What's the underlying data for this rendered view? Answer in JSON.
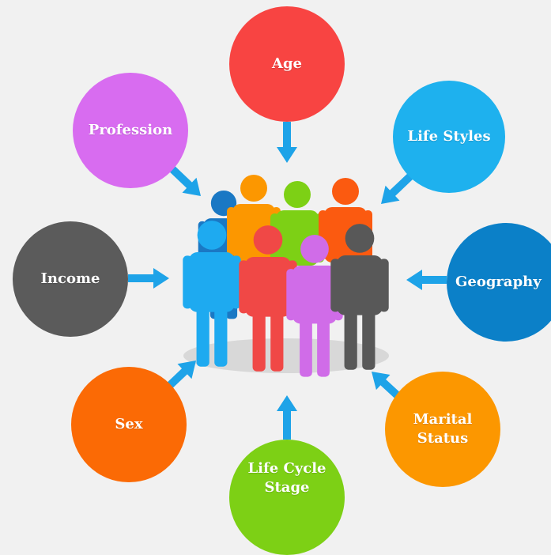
{
  "categories": {
    "age": {
      "label": "Age",
      "color": "#f84442"
    },
    "lifestyles": {
      "label": "Life Styles",
      "color": "#1eb1ee"
    },
    "geography": {
      "label": "Geography",
      "color": "#0b80c8"
    },
    "marital": {
      "label": "Marital Status",
      "line1": "Marital",
      "line2": "Status",
      "color": "#fc9700"
    },
    "lifecycle": {
      "label": "Life Cycle Stage",
      "line1": "Life Cycle",
      "line2": "Stage",
      "color": "#7dd015"
    },
    "sex": {
      "label": "Sex",
      "color": "#fb6a05"
    },
    "income": {
      "label": "Income",
      "color": "#5b5b5b"
    },
    "profession": {
      "label": "Profession",
      "color": "#d86cf0"
    }
  },
  "arrow_color": "#1ea3e8",
  "people": [
    {
      "name": "back-blue",
      "color": "#1a78c4"
    },
    {
      "name": "back-orange",
      "color": "#fc9700"
    },
    {
      "name": "back-green",
      "color": "#7dd015"
    },
    {
      "name": "back-red-orange",
      "color": "#fb5a10"
    },
    {
      "name": "front-cyan",
      "color": "#1eaaf0"
    },
    {
      "name": "front-red",
      "color": "#f04846"
    },
    {
      "name": "front-pink",
      "color": "#d06ce8"
    },
    {
      "name": "front-gray",
      "color": "#585858"
    }
  ]
}
